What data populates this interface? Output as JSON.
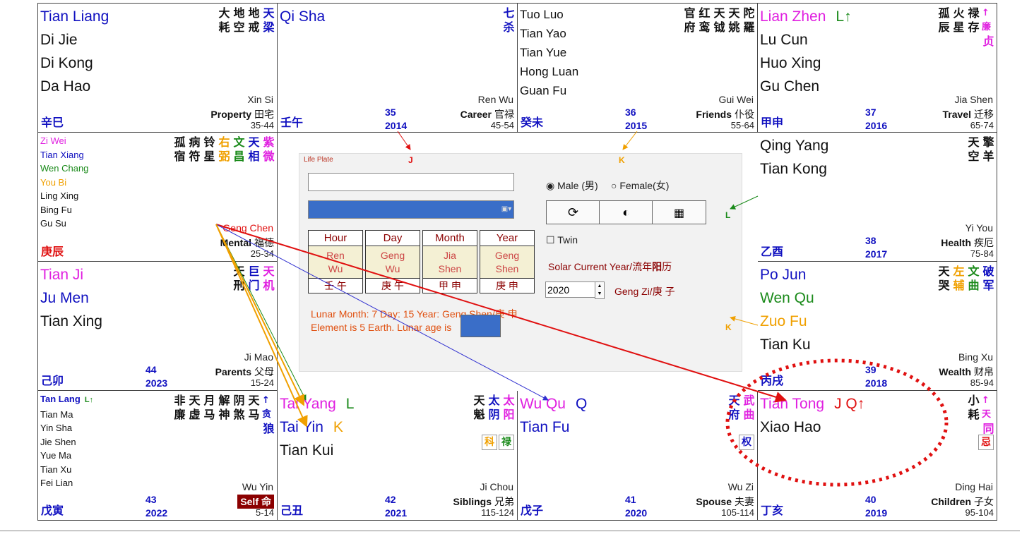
{
  "colors": {
    "blue": "#1010c0",
    "black": "#111111",
    "magenta": "#e020e0",
    "green": "#1a8a1a",
    "orange": "#f0a000",
    "red": "#e01010",
    "darkred": "#8b0000",
    "brown": "#9a6a1a"
  },
  "cells": {
    "si": {
      "stars": [
        {
          "t": "Tian Liang",
          "c": "blue"
        },
        {
          "t": "Di Jie",
          "c": "black"
        },
        {
          "t": "Di Kong",
          "c": "black"
        },
        {
          "t": "Da Hao",
          "c": "black"
        }
      ],
      "hanzi": [
        {
          "c": "black",
          "ch": [
            "大",
            "耗"
          ]
        },
        {
          "c": "black",
          "ch": [
            "地",
            "空"
          ]
        },
        {
          "c": "black",
          "ch": [
            "地",
            "戒"
          ]
        },
        {
          "c": "blue",
          "ch": [
            "天",
            "梁"
          ]
        }
      ],
      "ganzhi": "Xin Si",
      "palace_en": "Property",
      "palace_zh": "田宅",
      "range": "35-44",
      "branch": "辛巳",
      "age": "",
      "year": ""
    },
    "wu": {
      "stars": [
        {
          "t": "Qi Sha",
          "c": "blue"
        }
      ],
      "hanzi": [
        {
          "c": "blue",
          "ch": [
            "七",
            "杀"
          ]
        }
      ],
      "ganzhi": "Ren Wu",
      "palace_en": "Career",
      "palace_zh": "官禄",
      "range": "45-54",
      "branch": "壬午",
      "age": "35",
      "year": "2014"
    },
    "wei": {
      "stars": [
        {
          "t": "Tuo Luo",
          "c": "black"
        },
        {
          "t": "Tian Yao",
          "c": "black"
        },
        {
          "t": "Tian Yue",
          "c": "black"
        },
        {
          "t": "Hong Luan",
          "c": "black"
        },
        {
          "t": "Guan Fu",
          "c": "black"
        }
      ],
      "hanzi": [
        {
          "c": "black",
          "ch": [
            "官",
            "府"
          ]
        },
        {
          "c": "black",
          "ch": [
            "红",
            "鸾"
          ]
        },
        {
          "c": "black",
          "ch": [
            "天",
            "钺"
          ]
        },
        {
          "c": "black",
          "ch": [
            "天",
            "姚"
          ]
        },
        {
          "c": "black",
          "ch": [
            "陀",
            "羅"
          ]
        }
      ],
      "ganzhi": "Gui Wei",
      "palace_en": "Friends",
      "palace_zh": "仆役",
      "range": "55-64",
      "branch": "癸未",
      "age": "36",
      "year": "2015"
    },
    "shen": {
      "stars": [
        {
          "t": "Lian Zhen",
          "c": "magenta",
          "tag": "L↑",
          "tagc": "green"
        },
        {
          "t": "Lu Cun",
          "c": "black"
        },
        {
          "t": "Huo Xing",
          "c": "black"
        },
        {
          "t": "Gu Chen",
          "c": "black"
        }
      ],
      "hanzi": [
        {
          "c": "black",
          "ch": [
            "孤",
            "辰"
          ]
        },
        {
          "c": "black",
          "ch": [
            "火",
            "星"
          ]
        },
        {
          "c": "black",
          "ch": [
            "禄",
            "存"
          ]
        },
        {
          "c": "magenta",
          "ch": [
            "↑廉",
            "贞"
          ]
        }
      ],
      "ganzhi": "Jia Shen",
      "palace_en": "Travel",
      "palace_zh": "迁移",
      "range": "65-74",
      "branch": "甲申",
      "age": "37",
      "year": "2016"
    },
    "chen": {
      "stars": [
        {
          "t": "Zi Wei",
          "c": "magenta"
        },
        {
          "t": "Tian Xiang",
          "c": "blue"
        },
        {
          "t": "Wen Chang",
          "c": "green"
        },
        {
          "t": "You Bi",
          "c": "orange"
        },
        {
          "t": "Ling Xing",
          "c": "black"
        },
        {
          "t": "Bing Fu",
          "c": "black"
        },
        {
          "t": "Gu Su",
          "c": "black"
        }
      ],
      "hanzi": [
        {
          "c": "black",
          "ch": [
            "孤",
            "宿"
          ]
        },
        {
          "c": "black",
          "ch": [
            "病",
            "符"
          ]
        },
        {
          "c": "black",
          "ch": [
            "铃",
            "星"
          ]
        },
        {
          "c": "orange",
          "ch": [
            "右",
            "弼"
          ]
        },
        {
          "c": "green",
          "ch": [
            "文",
            "昌"
          ]
        },
        {
          "c": "blue",
          "ch": [
            "天",
            "相"
          ]
        },
        {
          "c": "magenta",
          "ch": [
            "紫",
            "微"
          ]
        }
      ],
      "ganzhi": "Geng Chen",
      "palace_en": "Mental",
      "palace_zh": "福德",
      "range": "25-34",
      "branch": "庚辰",
      "age": "",
      "year": ""
    },
    "you": {
      "stars": [
        {
          "t": "Qing Yang",
          "c": "black"
        },
        {
          "t": "Tian Kong",
          "c": "black"
        }
      ],
      "hanzi": [
        {
          "c": "black",
          "ch": [
            "天",
            "空"
          ]
        },
        {
          "c": "black",
          "ch": [
            "擎",
            "羊"
          ]
        }
      ],
      "ganzhi": "Yi You",
      "palace_en": "Health",
      "palace_zh": "疾厄",
      "range": "75-84",
      "branch": "乙酉",
      "age": "38",
      "year": "2017"
    },
    "mao": {
      "stars": [
        {
          "t": "Tian Ji",
          "c": "magenta"
        },
        {
          "t": "Ju Men",
          "c": "blue"
        },
        {
          "t": "Tian Xing",
          "c": "black"
        }
      ],
      "hanzi": [
        {
          "c": "black",
          "ch": [
            "天",
            "刑"
          ]
        },
        {
          "c": "blue",
          "ch": [
            "巨",
            "门"
          ]
        },
        {
          "c": "magenta",
          "ch": [
            "天",
            "机"
          ]
        }
      ],
      "ganzhi": "Ji Mao",
      "palace_en": "Parents",
      "palace_zh": "父母",
      "range": "15-24",
      "branch": "己卯",
      "age": "44",
      "year": "2023"
    },
    "xu": {
      "stars": [
        {
          "t": "Po Jun",
          "c": "blue"
        },
        {
          "t": "Wen Qu",
          "c": "green"
        },
        {
          "t": "Zuo Fu",
          "c": "orange"
        },
        {
          "t": "Tian Ku",
          "c": "black"
        }
      ],
      "hanzi": [
        {
          "c": "black",
          "ch": [
            "天",
            "哭"
          ]
        },
        {
          "c": "orange",
          "ch": [
            "左",
            "辅"
          ]
        },
        {
          "c": "green",
          "ch": [
            "文",
            "曲"
          ]
        },
        {
          "c": "blue",
          "ch": [
            "破",
            "军"
          ]
        }
      ],
      "ganzhi": "Bing Xu",
      "palace_en": "Wealth",
      "palace_zh": "财帛",
      "range": "85-94",
      "branch": "丙戌",
      "age": "39",
      "year": "2018"
    },
    "yin": {
      "stars": [
        {
          "t": "Tan Lang",
          "c": "blue",
          "tag": "L↑",
          "tagc": "green"
        },
        {
          "t": "Tian Ma",
          "c": "black"
        },
        {
          "t": "Yin Sha",
          "c": "black"
        },
        {
          "t": "Jie Shen",
          "c": "black"
        },
        {
          "t": "Yue Ma",
          "c": "black"
        },
        {
          "t": "Tian Xu",
          "c": "black"
        },
        {
          "t": "Fei Lian",
          "c": "black"
        }
      ],
      "hanzi": [
        {
          "c": "black",
          "ch": [
            "非",
            "廉"
          ]
        },
        {
          "c": "black",
          "ch": [
            "天",
            "虚"
          ]
        },
        {
          "c": "black",
          "ch": [
            "月",
            "马"
          ]
        },
        {
          "c": "black",
          "ch": [
            "解",
            "神"
          ]
        },
        {
          "c": "black",
          "ch": [
            "阴",
            "煞"
          ]
        },
        {
          "c": "black",
          "ch": [
            "天",
            "马"
          ]
        },
        {
          "c": "blue",
          "ch": [
            "↑贪",
            "狼"
          ]
        }
      ],
      "ganzhi": "Wu Yin",
      "palace_en": "Self",
      "palace_zh": "命",
      "range": "5-14",
      "branch": "戊寅",
      "age": "43",
      "year": "2022"
    },
    "chou": {
      "stars": [
        {
          "t": "Tai Yang",
          "c": "magenta",
          "tag": "L",
          "tagc": "green"
        },
        {
          "t": "Tai Yin",
          "c": "blue",
          "tag": "K",
          "tagc": "orange"
        },
        {
          "t": "Tian Kui",
          "c": "black"
        }
      ],
      "hanzi": [
        {
          "c": "black",
          "ch": [
            "天",
            "魁"
          ]
        },
        {
          "c": "blue",
          "ch": [
            "太",
            "阴"
          ]
        },
        {
          "c": "magenta",
          "ch": [
            "太",
            "阳"
          ]
        }
      ],
      "boxes": [
        {
          "t": "科",
          "c": "orange"
        },
        {
          "t": "禄",
          "c": "green"
        }
      ],
      "ganzhi": "Ji Chou",
      "palace_en": "Siblings",
      "palace_zh": "兄弟",
      "range": "115-124",
      "branch": "己丑",
      "age": "42",
      "year": "2021"
    },
    "zi": {
      "stars": [
        {
          "t": "Wu Qu",
          "c": "magenta",
          "tag": "Q",
          "tagc": "blue"
        },
        {
          "t": "Tian Fu",
          "c": "blue"
        }
      ],
      "hanzi": [
        {
          "c": "blue",
          "ch": [
            "天",
            "府"
          ]
        },
        {
          "c": "magenta",
          "ch": [
            "武",
            "曲"
          ]
        }
      ],
      "boxes": [
        {
          "t": "权",
          "c": "blue"
        }
      ],
      "ganzhi": "Wu Zi",
      "palace_en": "Spouse",
      "palace_zh": "夫妻",
      "range": "105-114",
      "branch": "戊子",
      "age": "41",
      "year": "2020"
    },
    "hai": {
      "stars": [
        {
          "t": "Tian Tong",
          "c": "magenta",
          "tag": "J Q↑",
          "tagc": "red"
        },
        {
          "t": "Xiao Hao",
          "c": "black"
        }
      ],
      "hanzi": [
        {
          "c": "black",
          "ch": [
            "小",
            "耗"
          ]
        },
        {
          "c": "magenta",
          "ch": [
            "↑天",
            "同"
          ]
        }
      ],
      "boxes": [
        {
          "t": "忌",
          "c": "red"
        }
      ],
      "ganzhi": "Ding Hai",
      "palace_en": "Children",
      "palace_zh": "子女",
      "range": "95-104",
      "branch": "丁亥",
      "age": "40",
      "year": "2019"
    }
  },
  "panel": {
    "title": "Life Plate",
    "name_value": "",
    "gender_male": "Male (男)",
    "gender_female": "Female(女)",
    "btn_refresh_icon": "refresh-icon",
    "btn_contrast_icon": "contrast-icon",
    "btn_keyboard_icon": "keyboard-icon",
    "twin_label": "Twin",
    "pillars": [
      {
        "h": "Hour",
        "a": "Ren",
        "b": "Wu",
        "zh": "壬 午"
      },
      {
        "h": "Day",
        "a": "Geng",
        "b": "Wu",
        "zh": "庚 午"
      },
      {
        "h": "Month",
        "a": "Jia",
        "b": "Shen",
        "zh": "甲 申"
      },
      {
        "h": "Year",
        "a": "Geng",
        "b": "Shen",
        "zh": "庚 申"
      }
    ],
    "solar_label_a": "Solar Current Year/流年",
    "solar_label_b": "阳",
    "solar_label_c": "历",
    "year_value": "2020",
    "year_ganzhi": "Geng Zi/庚 子",
    "lunar_line": "Lunar Month: 7   Day: 15   Year: Geng Shen/庚 申",
    "element_line": "Element is 5 Earth.   Lunar age is"
  },
  "annotations": {
    "j_top": "J",
    "k_top": "K",
    "l_right": "L",
    "k_right": "K"
  }
}
